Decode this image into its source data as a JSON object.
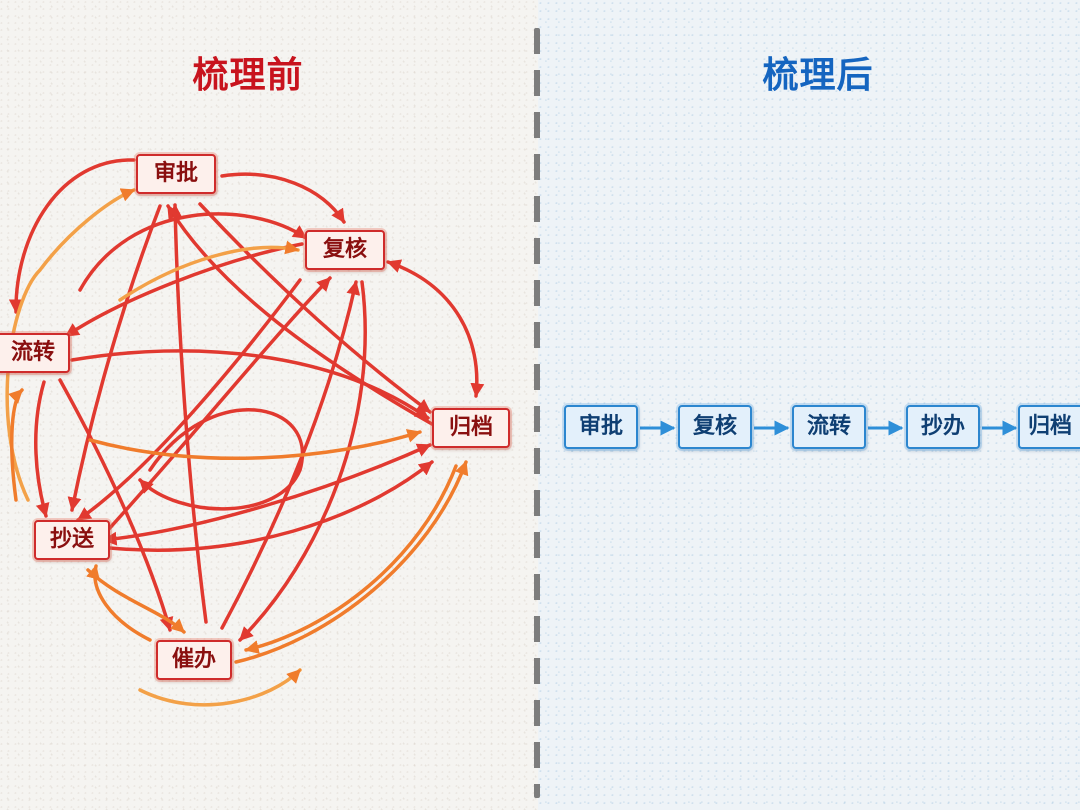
{
  "before": {
    "title": "梳理前",
    "nodes": [
      "审批",
      "复核",
      "流转",
      "归档",
      "抄送",
      "催办"
    ]
  },
  "after": {
    "title": "梳理后",
    "steps": [
      "审批",
      "复核",
      "流转",
      "抄办",
      "归档"
    ]
  },
  "colors": {
    "before_accent": "#c8141e",
    "after_accent": "#1565c0",
    "divider": "#7d7d7d"
  }
}
